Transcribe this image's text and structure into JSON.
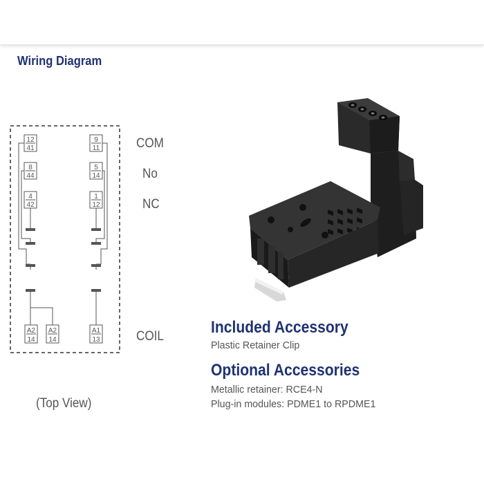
{
  "heading": "Wiring Diagram",
  "pins": {
    "left": [
      {
        "top": "12",
        "bottom": "41"
      },
      {
        "top": "8",
        "bottom": "44"
      },
      {
        "top": "4",
        "bottom": "42"
      }
    ],
    "right": [
      {
        "top": "9",
        "bottom": "11"
      },
      {
        "top": "5",
        "bottom": "14"
      },
      {
        "top": "1",
        "bottom": "12"
      }
    ],
    "coil": [
      {
        "top": "A2",
        "bottom": "14"
      },
      {
        "top": "A2",
        "bottom": "14"
      },
      {
        "top": "A1",
        "bottom": "13"
      }
    ]
  },
  "labels": {
    "com": "COM",
    "no": "No",
    "nc": "NC",
    "coil": "COIL",
    "top_view": "(Top View)"
  },
  "included": {
    "title": "Included Accessory",
    "items": [
      "Plastic Retainer Clip"
    ]
  },
  "optional": {
    "title": "Optional Accessories",
    "items": [
      "Metallic retainer: RCE4-N",
      "Plug-in modules: PDME1 to RPDME1"
    ]
  }
}
